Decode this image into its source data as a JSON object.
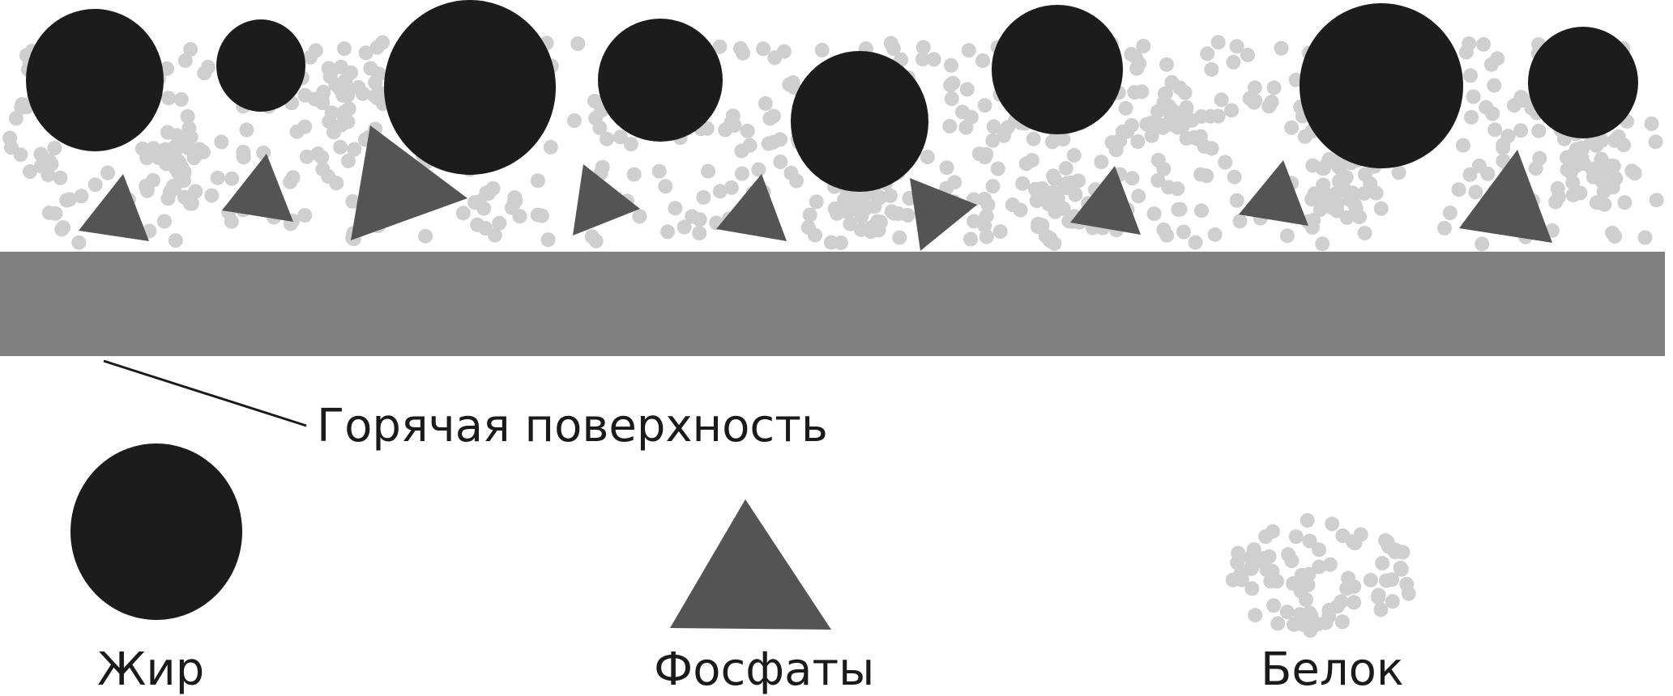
{
  "labels": {
    "surface": "Горячая поверхность",
    "fat": "Жир",
    "phosphates": "Фосфаты",
    "protein": "Белок"
  },
  "colors": {
    "fat": "#1c1c1c",
    "phosphate": "#545454",
    "protein": "#cfcfcf",
    "surface": "#808080",
    "text": "#1a1a1a"
  }
}
